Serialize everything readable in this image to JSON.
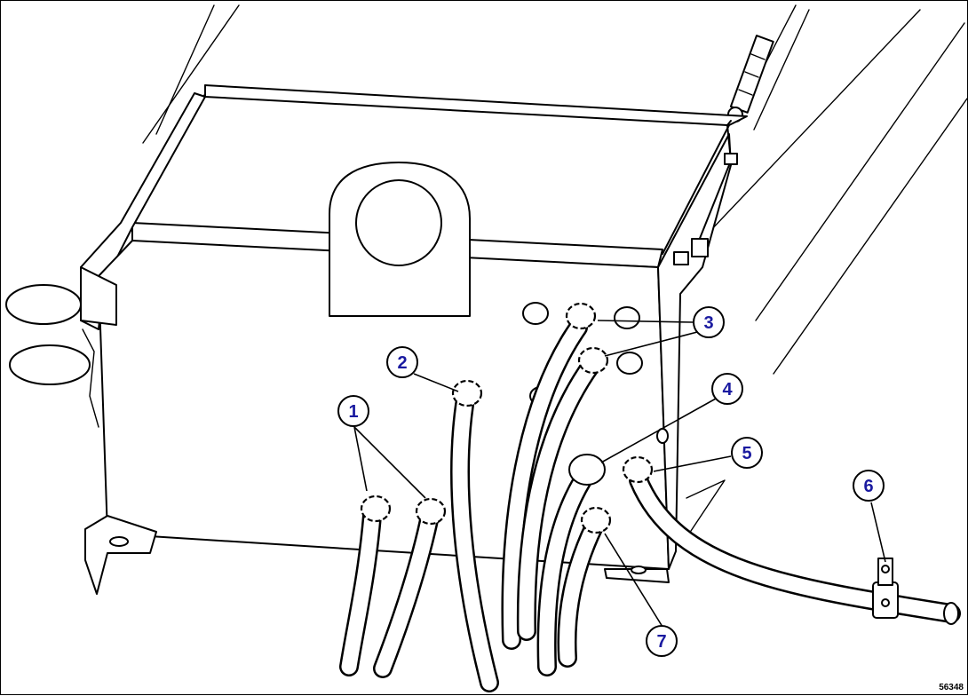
{
  "callouts": [
    {
      "label": "1"
    },
    {
      "label": "2"
    },
    {
      "label": "3"
    },
    {
      "label": "4"
    },
    {
      "label": "5"
    },
    {
      "label": "6"
    },
    {
      "label": "7"
    }
  ],
  "drawing_id": "56348",
  "colors": {
    "ink": "#000000",
    "callout_text": "#1a1aa0",
    "background": "#ffffff"
  }
}
